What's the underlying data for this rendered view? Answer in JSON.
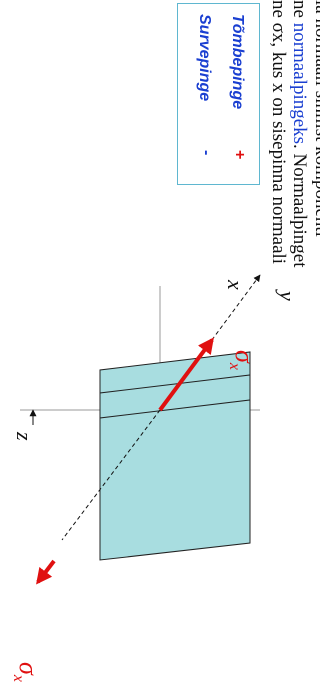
{
  "text": {
    "line1": "la normaali sihilist komponenti",
    "line2_prefix": "ne ",
    "line2_link": "normaalpingeks",
    "line2_suffix": ". Normaalpinget",
    "line3": "ne σx, kus x on sisepinna normaali"
  },
  "legend": {
    "tension_label": "Tõmbepinge",
    "tension_sign": "+",
    "compression_label": "Survepinge",
    "compression_sign": "-"
  },
  "diagram": {
    "axis_y": "y",
    "axis_x": "x",
    "axis_z": "z",
    "stress_label": "σx",
    "stress_symbol": "σ",
    "stress_subscript": "x",
    "plate_color": "#a8dde0",
    "stress_color": "#e01010"
  }
}
